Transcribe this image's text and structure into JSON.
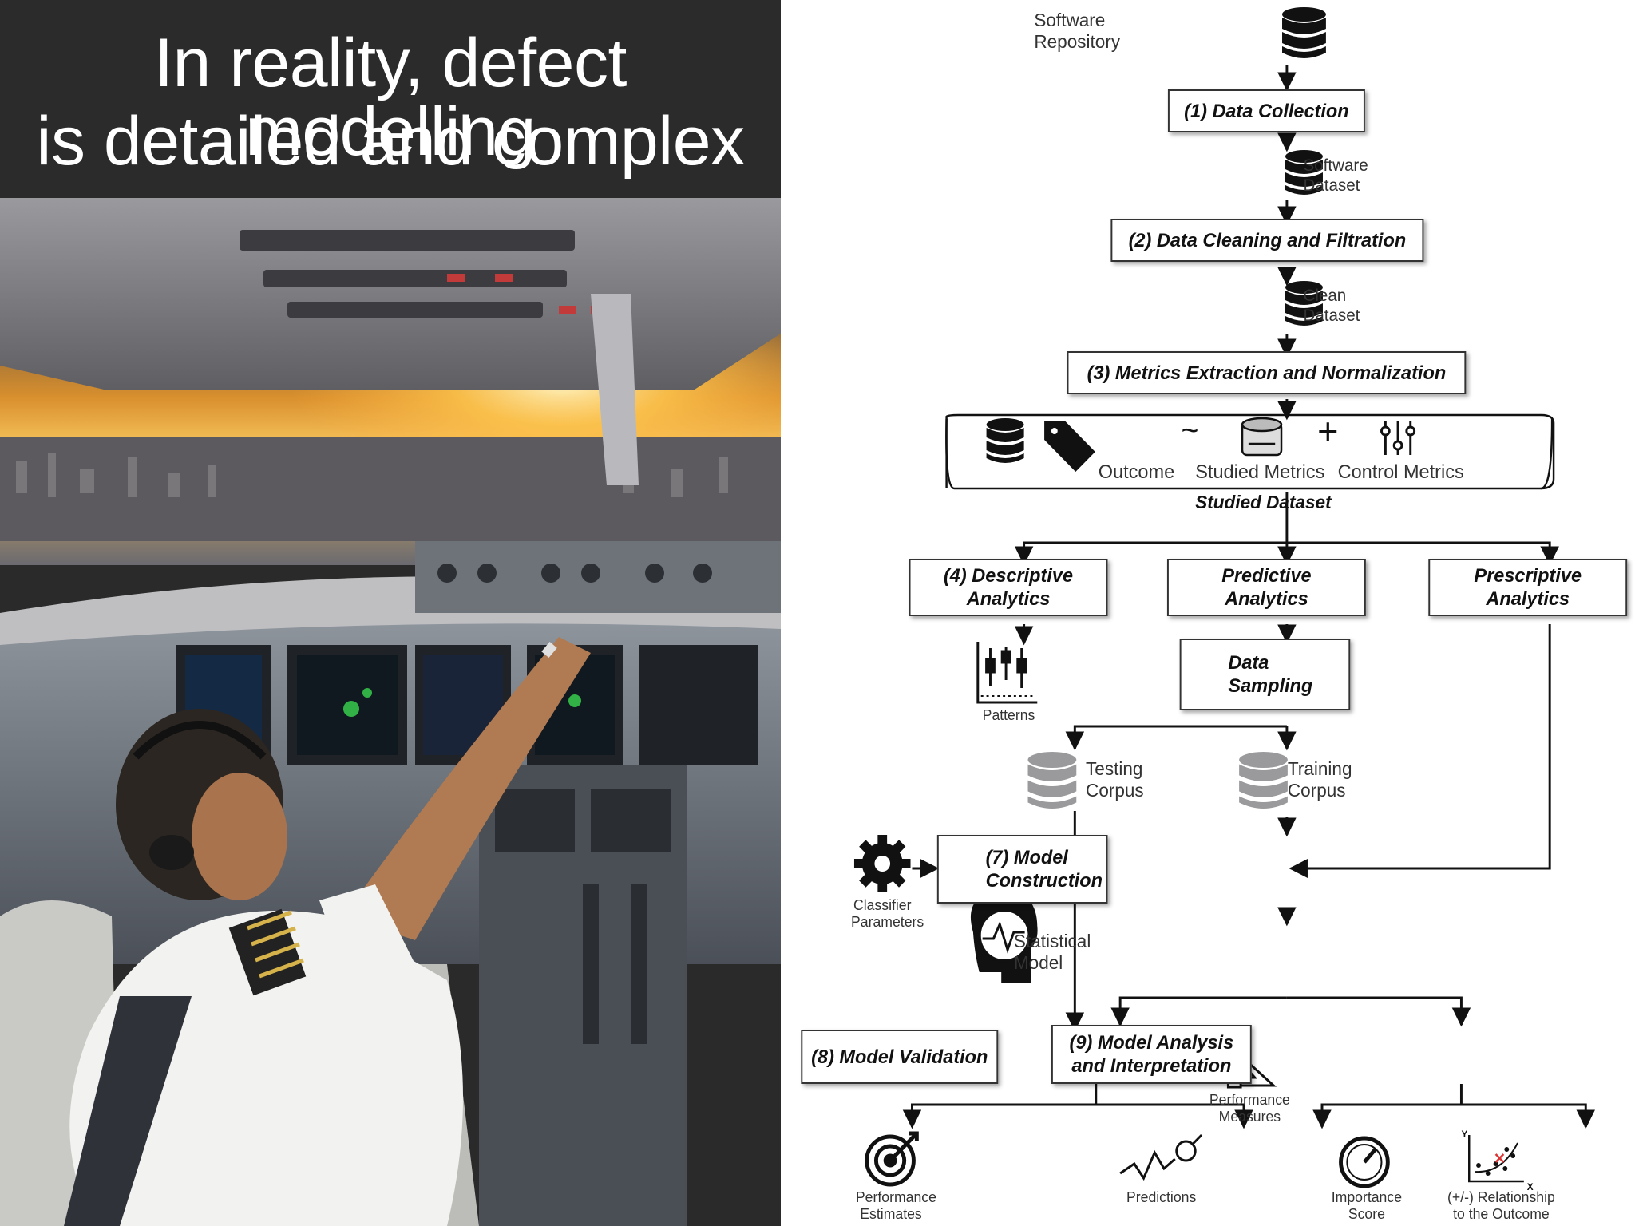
{
  "slide": {
    "title_line1": "In reality, defect modelling",
    "title_line2": "is detailed and complex"
  },
  "diagram": {
    "software_repository": [
      "Software",
      "Repository"
    ],
    "step1": "(1) Data Collection",
    "software_dataset": [
      "Software",
      "Dataset"
    ],
    "step2": "(2) Data Cleaning and Filtration",
    "clean_dataset": [
      "Clean",
      "Dataset"
    ],
    "step3": "(3) Metrics Extraction and Normalization",
    "outcome": "Outcome",
    "tilde": "~",
    "studied_metrics": "Studied Metrics",
    "plus": "+",
    "control_metrics": "Control Metrics",
    "studied_dataset": "Studied Dataset",
    "step4": [
      "(4) Descriptive",
      "Analytics"
    ],
    "predictive": [
      "Predictive",
      "Analytics"
    ],
    "prescriptive": [
      "Prescriptive",
      "Analytics"
    ],
    "patterns": "Patterns",
    "data_sampling": [
      "Data",
      "Sampling"
    ],
    "testing_corpus": [
      "Testing",
      "Corpus"
    ],
    "training_corpus": [
      "Training",
      "Corpus"
    ],
    "classifier_parameters": [
      "Classifier",
      "Parameters"
    ],
    "step7": [
      "(7) Model",
      "Construction"
    ],
    "statistical_model": [
      "Statistical",
      "Model"
    ],
    "step8": "(8) Model Validation",
    "performance_measures": [
      "Performance",
      "Measures"
    ],
    "step9": [
      "(9) Model Analysis",
      "and Interpretation"
    ],
    "performance_estimates": [
      "Performance",
      "Estimates"
    ],
    "predictions": "Predictions",
    "importance_score": [
      "Importance",
      "Score"
    ],
    "relationship": [
      "(+/-) Relationship",
      "to the Outcome"
    ],
    "axis_y": "Y",
    "axis_x": "X"
  }
}
